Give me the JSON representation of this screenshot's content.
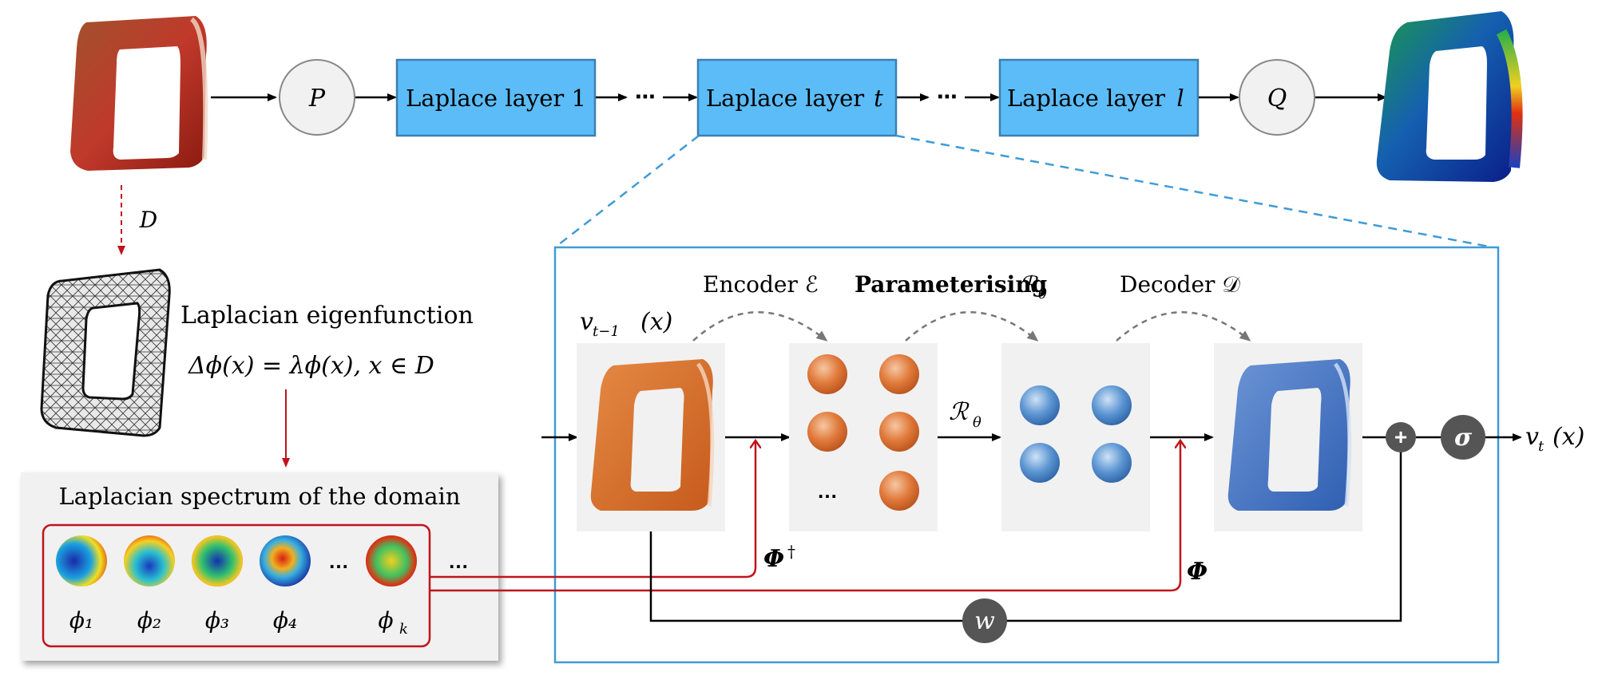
{
  "pipeline": {
    "p_label": "P",
    "q_label": "Q",
    "layer1_label": "Laplace layer 1",
    "layer_t_label": "Laplace layer",
    "layer_t_var": "t",
    "layer_l_label": "Laplace layer",
    "layer_l_var": "l",
    "ellipsis": "⋯"
  },
  "domain": {
    "d_label": "D",
    "eigen_title": "Laplacian eigenfunction",
    "eigen_equation": "Δϕ(x) = λϕ(x), x ∈ D"
  },
  "spectrum": {
    "title": "Laplacian spectrum of the domain",
    "labels": [
      "ϕ₁",
      "ϕ₂",
      "ϕ₃",
      "ϕ₄"
    ],
    "label_k": "ϕ",
    "label_k_sub": "k",
    "dots": "…",
    "dots_outside": "…"
  },
  "detail": {
    "input_label": "v",
    "input_sub": "t−1",
    "input_arg": "(x)",
    "encoder_label": "Encoder ℰ",
    "param_label": "Parameterising",
    "param_symbol": "ℛ",
    "param_sub": "θ",
    "decoder_label": "Decoder 𝒟",
    "r_theta": "ℛ",
    "r_theta_sub": "θ",
    "phi_dagger": "Φ",
    "phi_dagger_sup": "†",
    "phi": "Φ",
    "w_label": "w",
    "plus": "+",
    "sigma": "σ",
    "output_label": "v",
    "output_sub": "t",
    "output_arg": "(x)",
    "coeff_dots": "…"
  },
  "colors": {
    "layer_fill": "#5bbcf8",
    "layer_stroke": "#3d7fb0",
    "detail_border": "#3f9bd6",
    "red": "#c0141c",
    "orange": "#d9712e",
    "blue": "#3e74bf",
    "dark_node": "#555555",
    "panel_bg": "#f1f1f1"
  }
}
